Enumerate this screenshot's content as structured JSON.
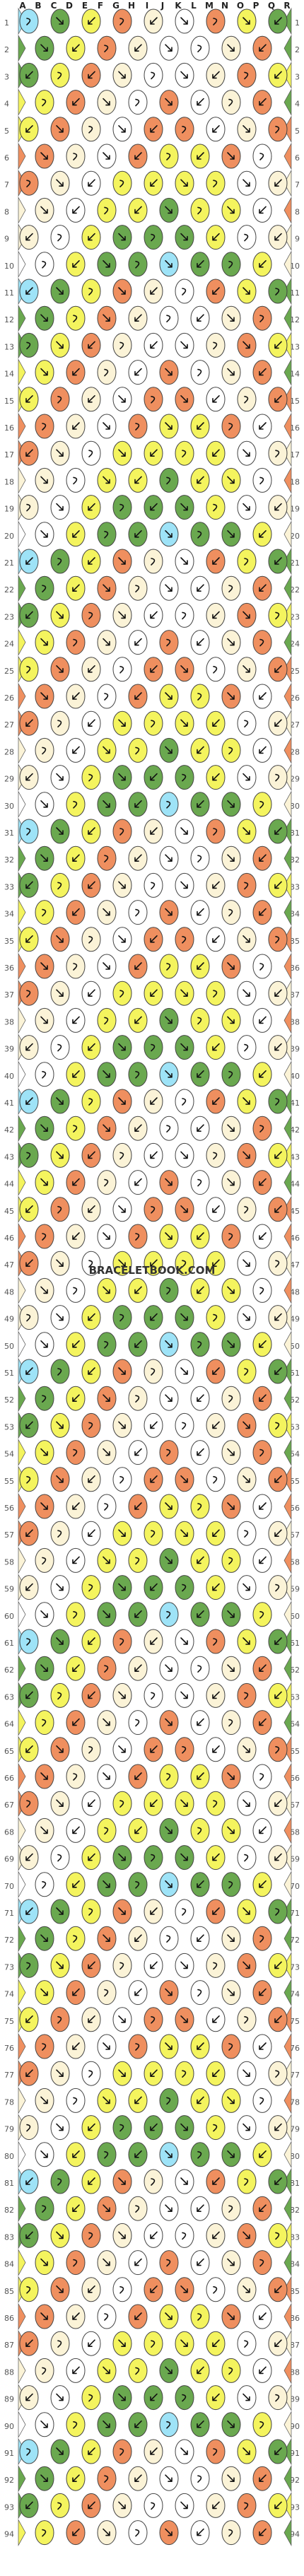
{
  "watermark": "BRACELETBOOK.COM",
  "palette": {
    "A": "#9ee3f7",
    "B": "#6aa84f",
    "C": "#f4f45e",
    "D": "#ef8f5f",
    "E": "#fbf3d7",
    "F": "#ffffff"
  },
  "strand_letters": [
    "A",
    "B",
    "C",
    "D",
    "E",
    "F",
    "G",
    "H",
    "I",
    "J",
    "K",
    "L",
    "M",
    "N",
    "O",
    "P",
    "Q",
    "R"
  ],
  "strand_colors": [
    "A",
    "B",
    "B",
    "C",
    "C",
    "D",
    "D",
    "E",
    "F",
    "F",
    "E",
    "D",
    "D",
    "C",
    "C",
    "B",
    "B",
    "A"
  ],
  "rows_total": 94,
  "knot_row_colors": [
    [
      "A",
      "B",
      "C",
      "D",
      "E",
      "F",
      "D",
      "C",
      "B"
    ],
    [
      "B",
      "C",
      "D",
      "E",
      "F",
      "F",
      "E",
      "D",
      "C",
      "B"
    ],
    [
      "B",
      "C",
      "D",
      "E",
      "F",
      "F",
      "E",
      "D",
      "C"
    ],
    [
      "C",
      "D",
      "E",
      "F",
      "D",
      "F",
      "E",
      "D",
      "C",
      "B"
    ],
    [
      "C",
      "D",
      "E",
      "F",
      "D",
      "D",
      "F",
      "E",
      "D"
    ],
    [
      "D",
      "E",
      "F",
      "D",
      "C",
      "C",
      "D",
      "F",
      "E",
      "D"
    ],
    [
      "D",
      "E",
      "F",
      "C",
      "C",
      "C",
      "C",
      "F",
      "E"
    ],
    [
      "E",
      "F",
      "C",
      "C",
      "B",
      "C",
      "C",
      "F",
      "E",
      "D"
    ],
    [
      "E",
      "F",
      "C",
      "B",
      "B",
      "B",
      "C",
      "F",
      "E"
    ],
    [
      "F",
      "C",
      "B",
      "B",
      "A",
      "B",
      "B",
      "C",
      "F",
      "E"
    ]
  ],
  "row_numbers_left": [
    1,
    2,
    3,
    4,
    5,
    6,
    7,
    8,
    9,
    10,
    11,
    12,
    13,
    14,
    15,
    16,
    17,
    18,
    19,
    20,
    21,
    22,
    23,
    24,
    25,
    26,
    27,
    28,
    29,
    30,
    31,
    32,
    33,
    34,
    35,
    36,
    37,
    38,
    39,
    40,
    41,
    42,
    43,
    44,
    45,
    46,
    47,
    48,
    49,
    50,
    51,
    52,
    53,
    54,
    55,
    56,
    57,
    58,
    59,
    60,
    61,
    62,
    63,
    64,
    65,
    66,
    67,
    68,
    69,
    70,
    71,
    72,
    73,
    74,
    75,
    76,
    77,
    78,
    79,
    80,
    81,
    82,
    83,
    84,
    85,
    86,
    87,
    88,
    89,
    90,
    91,
    92,
    93,
    94
  ]
}
